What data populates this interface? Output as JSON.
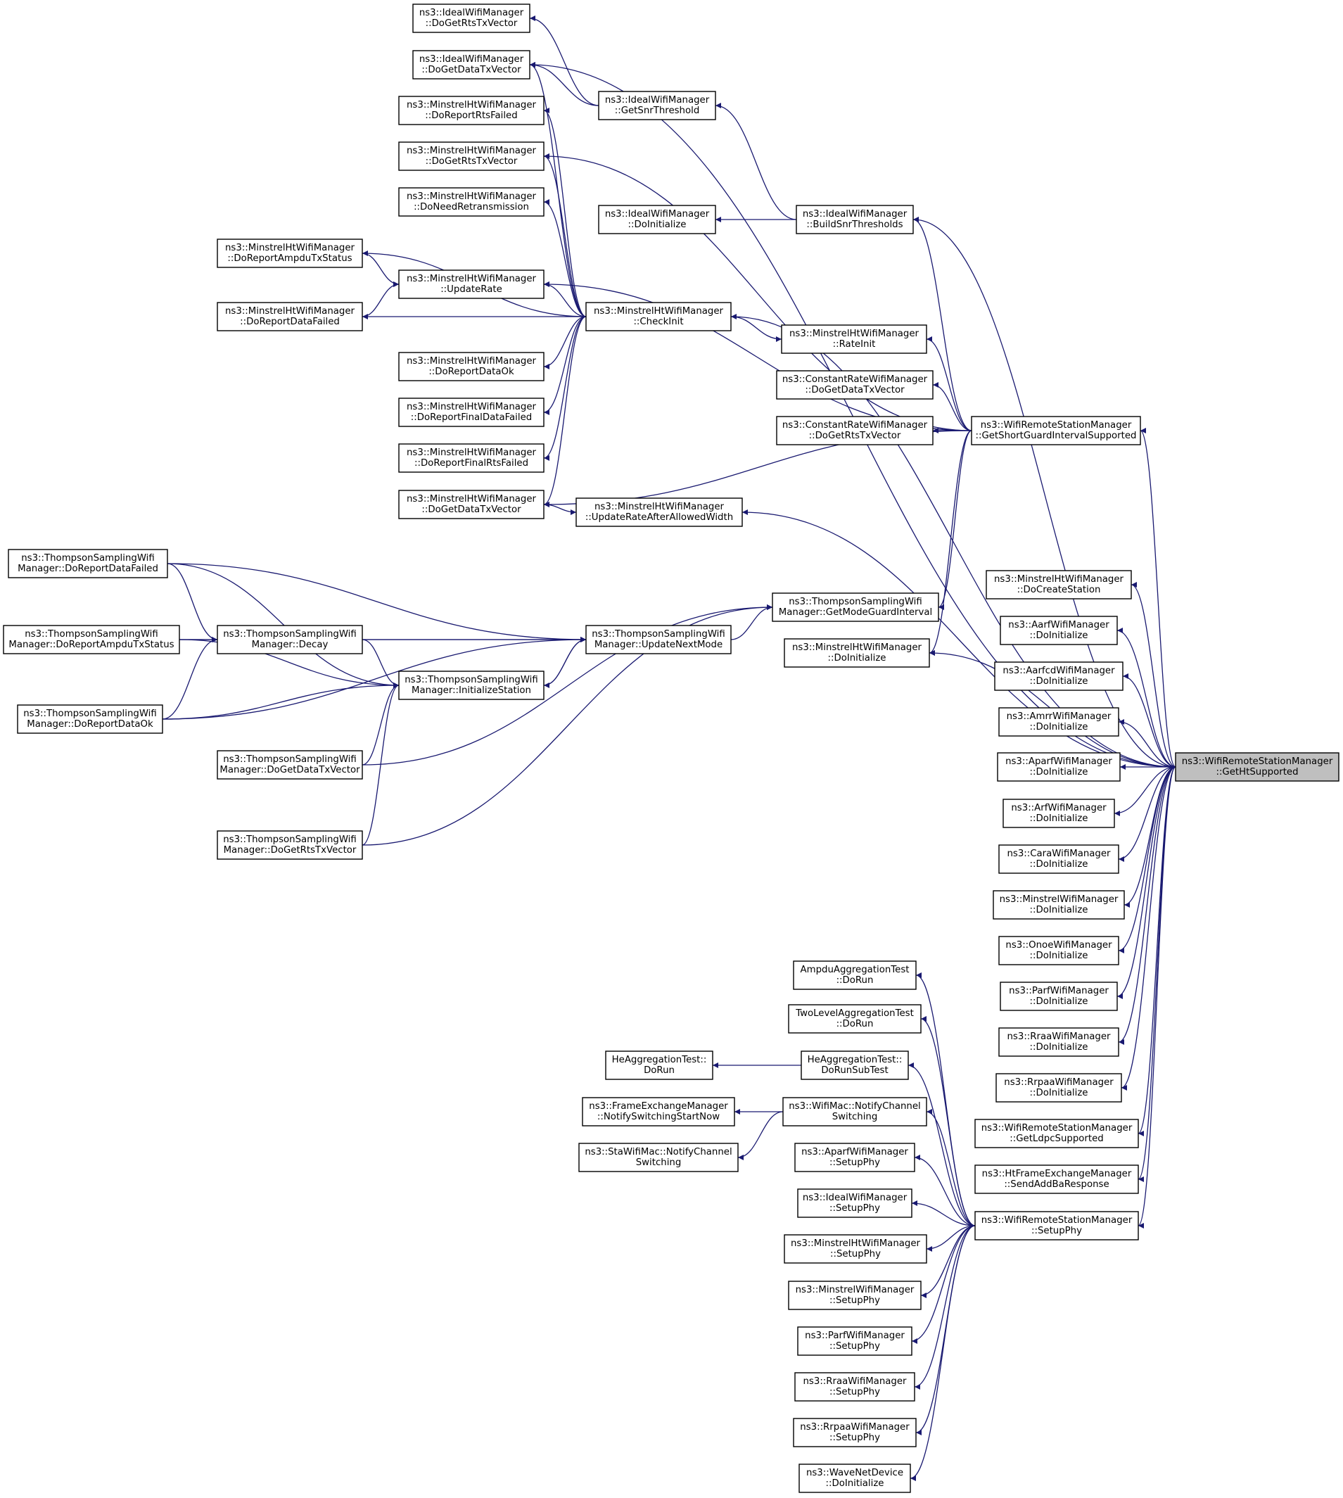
{
  "nodes": [
    {
      "id": "root",
      "lines": [
        "ns3::WifiRemoteStationManager",
        "::GetHtSupported"
      ],
      "highlight": true
    },
    {
      "id": "ideal_rts",
      "lines": [
        "ns3::IdealWifiManager",
        "::DoGetRtsTxVector"
      ]
    },
    {
      "id": "ideal_data",
      "lines": [
        "ns3::IdealWifiManager",
        "::DoGetDataTxVector"
      ]
    },
    {
      "id": "ideal_snr",
      "lines": [
        "ns3::IdealWifiManager",
        "::GetSnrThreshold"
      ]
    },
    {
      "id": "ideal_init",
      "lines": [
        "ns3::IdealWifiManager",
        "::DoInitialize"
      ]
    },
    {
      "id": "ideal_build",
      "lines": [
        "ns3::IdealWifiManager",
        "::BuildSnrThresholds"
      ]
    },
    {
      "id": "mht_rep_rts",
      "lines": [
        "ns3::MinstrelHtWifiManager",
        "::DoReportRtsFailed"
      ]
    },
    {
      "id": "mht_rts_tx",
      "lines": [
        "ns3::MinstrelHtWifiManager",
        "::DoGetRtsTxVector"
      ]
    },
    {
      "id": "mht_need",
      "lines": [
        "ns3::MinstrelHtWifiManager",
        "::DoNeedRetransmission"
      ]
    },
    {
      "id": "mht_ampdu",
      "lines": [
        "ns3::MinstrelHtWifiManager",
        "::DoReportAmpduTxStatus"
      ]
    },
    {
      "id": "mht_update",
      "lines": [
        "ns3::MinstrelHtWifiManager",
        "::UpdateRate"
      ]
    },
    {
      "id": "mht_data_failed",
      "lines": [
        "ns3::MinstrelHtWifiManager",
        "::DoReportDataFailed"
      ]
    },
    {
      "id": "mht_check",
      "lines": [
        "ns3::MinstrelHtWifiManager",
        "::CheckInit"
      ]
    },
    {
      "id": "mht_rateinit",
      "lines": [
        "ns3::MinstrelHtWifiManager",
        "::RateInit"
      ]
    },
    {
      "id": "mht_data_ok",
      "lines": [
        "ns3::MinstrelHtWifiManager",
        "::DoReportDataOk"
      ]
    },
    {
      "id": "mht_final_data",
      "lines": [
        "ns3::MinstrelHtWifiManager",
        "::DoReportFinalDataFailed"
      ]
    },
    {
      "id": "mht_final_rts",
      "lines": [
        "ns3::MinstrelHtWifiManager",
        "::DoReportFinalRtsFailed"
      ]
    },
    {
      "id": "mht_data_tx",
      "lines": [
        "ns3::MinstrelHtWifiManager",
        "::DoGetDataTxVector"
      ]
    },
    {
      "id": "mht_update_aw",
      "lines": [
        "ns3::MinstrelHtWifiManager",
        "::UpdateRateAfterAllowedWidth"
      ]
    },
    {
      "id": "const_data",
      "lines": [
        "ns3::ConstantRateWifiManager",
        "::DoGetDataTxVector"
      ]
    },
    {
      "id": "const_rts",
      "lines": [
        "ns3::ConstantRateWifiManager",
        "::DoGetRtsTxVector"
      ]
    },
    {
      "id": "sgi",
      "lines": [
        "ns3::WifiRemoteStationManager",
        "::GetShortGuardIntervalSupported"
      ]
    },
    {
      "id": "ts_data_failed",
      "lines": [
        "ns3::ThompsonSamplingWifi",
        "Manager::DoReportDataFailed"
      ]
    },
    {
      "id": "ts_ampdu",
      "lines": [
        "ns3::ThompsonSamplingWifi",
        "Manager::DoReportAmpduTxStatus"
      ]
    },
    {
      "id": "ts_decay",
      "lines": [
        "ns3::ThompsonSamplingWifi",
        "Manager::Decay"
      ]
    },
    {
      "id": "ts_update",
      "lines": [
        "ns3::ThompsonSamplingWifi",
        "Manager::UpdateNextMode"
      ]
    },
    {
      "id": "ts_guard",
      "lines": [
        "ns3::ThompsonSamplingWifi",
        "Manager::GetModeGuardInterval"
      ]
    },
    {
      "id": "mht_doinit",
      "lines": [
        "ns3::MinstrelHtWifiManager",
        "::DoInitialize"
      ]
    },
    {
      "id": "ts_initst",
      "lines": [
        "ns3::ThompsonSamplingWifi",
        "Manager::InitializeStation"
      ]
    },
    {
      "id": "ts_data_ok",
      "lines": [
        "ns3::ThompsonSamplingWifi",
        "Manager::DoReportDataOk"
      ]
    },
    {
      "id": "ts_data_tx",
      "lines": [
        "ns3::ThompsonSamplingWifi",
        "Manager::DoGetDataTxVector"
      ]
    },
    {
      "id": "ts_rts_tx",
      "lines": [
        "ns3::ThompsonSamplingWifi",
        "Manager::DoGetRtsTxVector"
      ]
    },
    {
      "id": "mht_create",
      "lines": [
        "ns3::MinstrelHtWifiManager",
        "::DoCreateStation"
      ]
    },
    {
      "id": "aarf_init",
      "lines": [
        "ns3::AarfWifiManager",
        "::DoInitialize"
      ]
    },
    {
      "id": "aarfcd_init",
      "lines": [
        "ns3::AarfcdWifiManager",
        "::DoInitialize"
      ]
    },
    {
      "id": "amrr_init",
      "lines": [
        "ns3::AmrrWifiManager",
        "::DoInitialize"
      ]
    },
    {
      "id": "aparf_init",
      "lines": [
        "ns3::AparfWifiManager",
        "::DoInitialize"
      ]
    },
    {
      "id": "arf_init",
      "lines": [
        "ns3::ArfWifiManager",
        "::DoInitialize"
      ]
    },
    {
      "id": "cara_init",
      "lines": [
        "ns3::CaraWifiManager",
        "::DoInitialize"
      ]
    },
    {
      "id": "minstrel_init",
      "lines": [
        "ns3::MinstrelWifiManager",
        "::DoInitialize"
      ]
    },
    {
      "id": "onoe_init",
      "lines": [
        "ns3::OnoeWifiManager",
        "::DoInitialize"
      ]
    },
    {
      "id": "parf_init",
      "lines": [
        "ns3::ParfWifiManager",
        "::DoInitialize"
      ]
    },
    {
      "id": "rraa_init",
      "lines": [
        "ns3::RraaWifiManager",
        "::DoInitialize"
      ]
    },
    {
      "id": "rrpaa_init",
      "lines": [
        "ns3::RrpaaWifiManager",
        "::DoInitialize"
      ]
    },
    {
      "id": "ldpc",
      "lines": [
        "ns3::WifiRemoteStationManager",
        "::GetLdpcSupported"
      ]
    },
    {
      "id": "addba",
      "lines": [
        "ns3::HtFrameExchangeManager",
        "::SendAddBaResponse"
      ]
    },
    {
      "id": "setupphy",
      "lines": [
        "ns3::WifiRemoteStationManager",
        "::SetupPhy"
      ]
    },
    {
      "id": "ampdu_test",
      "lines": [
        "AmpduAggregationTest",
        "::DoRun"
      ]
    },
    {
      "id": "twolevel_test",
      "lines": [
        "TwoLevelAggregationTest",
        "::DoRun"
      ]
    },
    {
      "id": "he_dorun",
      "lines": [
        "HeAggregationTest::",
        "DoRun"
      ]
    },
    {
      "id": "he_subtest",
      "lines": [
        "HeAggregationTest::",
        "DoRunSubTest"
      ]
    },
    {
      "id": "fem_notify",
      "lines": [
        "ns3::FrameExchangeManager",
        "::NotifySwitchingStartNow"
      ]
    },
    {
      "id": "mac_notify",
      "lines": [
        "ns3::WifiMac::NotifyChannel",
        "Switching"
      ]
    },
    {
      "id": "sta_notify",
      "lines": [
        "ns3::StaWifiMac::NotifyChannel",
        "Switching"
      ]
    },
    {
      "id": "aparf_setup",
      "lines": [
        "ns3::AparfWifiManager",
        "::SetupPhy"
      ]
    },
    {
      "id": "ideal_setup",
      "lines": [
        "ns3::IdealWifiManager",
        "::SetupPhy"
      ]
    },
    {
      "id": "mht_setup",
      "lines": [
        "ns3::MinstrelHtWifiManager",
        "::SetupPhy"
      ]
    },
    {
      "id": "minstrel_setup",
      "lines": [
        "ns3::MinstrelWifiManager",
        "::SetupPhy"
      ]
    },
    {
      "id": "parf_setup",
      "lines": [
        "ns3::ParfWifiManager",
        "::SetupPhy"
      ]
    },
    {
      "id": "rraa_setup",
      "lines": [
        "ns3::RraaWifiManager",
        "::SetupPhy"
      ]
    },
    {
      "id": "rrpaa_setup",
      "lines": [
        "ns3::RrpaaWifiManager",
        "::SetupPhy"
      ]
    },
    {
      "id": "wave_init",
      "lines": [
        "ns3::WaveNetDevice",
        "::DoInitialize"
      ]
    }
  ],
  "edges": [
    {
      "from": "ideal_rts",
      "to": "ideal_snr"
    },
    {
      "from": "ideal_data",
      "to": "ideal_snr"
    },
    {
      "from": "ideal_data",
      "to": "mht_check"
    },
    {
      "from": "ideal_data",
      "to": "root"
    },
    {
      "from": "ideal_snr",
      "to": "ideal_build"
    },
    {
      "from": "ideal_init",
      "to": "ideal_build"
    },
    {
      "from": "ideal_build",
      "to": "sgi"
    },
    {
      "from": "ideal_build",
      "to": "root"
    },
    {
      "from": "mht_rep_rts",
      "to": "mht_check"
    },
    {
      "from": "mht_rts_tx",
      "to": "mht_check"
    },
    {
      "from": "mht_rts_tx",
      "to": "sgi"
    },
    {
      "from": "mht_need",
      "to": "mht_check"
    },
    {
      "from": "mht_ampdu",
      "to": "mht_check"
    },
    {
      "from": "mht_update",
      "to": "mht_ampdu"
    },
    {
      "from": "mht_update",
      "to": "mht_data_failed"
    },
    {
      "from": "mht_update",
      "to": "mht_check"
    },
    {
      "from": "mht_update",
      "to": "sgi"
    },
    {
      "from": "mht_data_failed",
      "to": "mht_check"
    },
    {
      "from": "mht_check",
      "to": "root"
    },
    {
      "from": "mht_rateinit",
      "to": "mht_check"
    },
    {
      "from": "mht_rateinit",
      "to": "sgi"
    },
    {
      "from": "mht_data_ok",
      "to": "mht_check"
    },
    {
      "from": "mht_final_data",
      "to": "mht_check"
    },
    {
      "from": "mht_final_rts",
      "to": "mht_check"
    },
    {
      "from": "mht_data_tx",
      "to": "mht_check"
    },
    {
      "from": "mht_data_tx",
      "to": "sgi"
    },
    {
      "from": "mht_update_aw",
      "to": "mht_data_tx"
    },
    {
      "from": "mht_update_aw",
      "to": "root"
    },
    {
      "from": "const_data",
      "to": "sgi"
    },
    {
      "from": "const_rts",
      "to": "sgi"
    },
    {
      "from": "sgi",
      "to": "root"
    },
    {
      "from": "ts_guard",
      "to": "sgi"
    },
    {
      "from": "mht_doinit",
      "to": "sgi"
    },
    {
      "from": "mht_doinit",
      "to": "root"
    },
    {
      "from": "ts_decay",
      "to": "ts_data_failed"
    },
    {
      "from": "ts_decay",
      "to": "ts_ampdu"
    },
    {
      "from": "ts_decay",
      "to": "ts_data_ok"
    },
    {
      "from": "ts_update",
      "to": "ts_data_failed"
    },
    {
      "from": "ts_update",
      "to": "ts_ampdu"
    },
    {
      "from": "ts_update",
      "to": "ts_decay"
    },
    {
      "from": "ts_update",
      "to": "ts_initst"
    },
    {
      "from": "ts_update",
      "to": "ts_data_ok"
    },
    {
      "from": "ts_guard",
      "to": "ts_update"
    },
    {
      "from": "ts_guard",
      "to": "ts_data_tx"
    },
    {
      "from": "ts_guard",
      "to": "ts_rts_tx"
    },
    {
      "from": "ts_initst",
      "to": "ts_data_failed"
    },
    {
      "from": "ts_initst",
      "to": "ts_ampdu"
    },
    {
      "from": "ts_initst",
      "to": "ts_decay"
    },
    {
      "from": "ts_initst",
      "to": "ts_update"
    },
    {
      "from": "ts_initst",
      "to": "ts_data_ok"
    },
    {
      "from": "ts_initst",
      "to": "ts_data_tx"
    },
    {
      "from": "ts_initst",
      "to": "ts_rts_tx"
    },
    {
      "from": "mht_create",
      "to": "root"
    },
    {
      "from": "aarf_init",
      "to": "root"
    },
    {
      "from": "aarfcd_init",
      "to": "root"
    },
    {
      "from": "amrr_init",
      "to": "root"
    },
    {
      "from": "aparf_init",
      "to": "root"
    },
    {
      "from": "arf_init",
      "to": "root"
    },
    {
      "from": "cara_init",
      "to": "root"
    },
    {
      "from": "minstrel_init",
      "to": "root"
    },
    {
      "from": "onoe_init",
      "to": "root"
    },
    {
      "from": "parf_init",
      "to": "root"
    },
    {
      "from": "rraa_init",
      "to": "root"
    },
    {
      "from": "rrpaa_init",
      "to": "root"
    },
    {
      "from": "ldpc",
      "to": "root"
    },
    {
      "from": "addba",
      "to": "root"
    },
    {
      "from": "setupphy",
      "to": "root"
    },
    {
      "from": "ampdu_test",
      "to": "setupphy"
    },
    {
      "from": "twolevel_test",
      "to": "setupphy"
    },
    {
      "from": "he_dorun",
      "to": "he_subtest"
    },
    {
      "from": "he_subtest",
      "to": "setupphy"
    },
    {
      "from": "fem_notify",
      "to": "mac_notify"
    },
    {
      "from": "sta_notify",
      "to": "mac_notify"
    },
    {
      "from": "mac_notify",
      "to": "setupphy"
    },
    {
      "from": "aparf_setup",
      "to": "setupphy"
    },
    {
      "from": "ideal_setup",
      "to": "setupphy"
    },
    {
      "from": "mht_setup",
      "to": "setupphy"
    },
    {
      "from": "minstrel_setup",
      "to": "setupphy"
    },
    {
      "from": "parf_setup",
      "to": "setupphy"
    },
    {
      "from": "rraa_setup",
      "to": "setupphy"
    },
    {
      "from": "rrpaa_setup",
      "to": "setupphy"
    },
    {
      "from": "wave_init",
      "to": "setupphy"
    }
  ],
  "colors": {
    "edge": "#191970",
    "node_fill": "#ffffff",
    "root_fill": "#bfbfbf",
    "border": "#000000"
  }
}
